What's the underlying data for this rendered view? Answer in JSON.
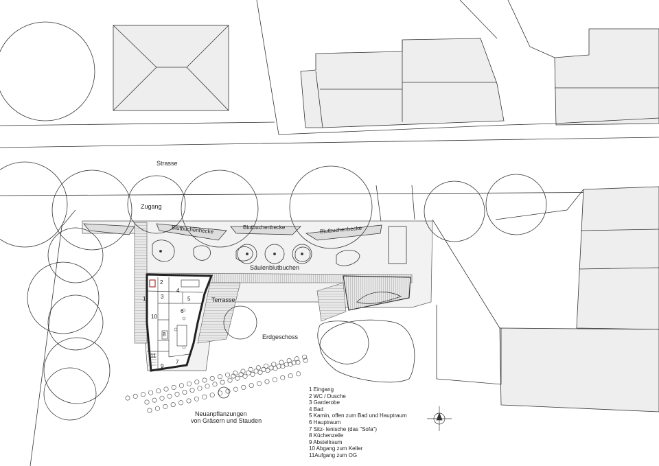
{
  "labels": {
    "strasse": "Strasse",
    "zugang": "Zugang",
    "hedge1": "Blutbuchenhecke",
    "hedge2": "Blutbuchenhecke",
    "hedge3": "Blutbuchenhecke",
    "saeulen": "Säulenblutbuchen",
    "terrasse": "Terrasse",
    "erdgeschoss": "Erdgeschoss",
    "neuanpflanzungen_1": "Neuanpflanzungen",
    "neuanpflanzungen_2": "von Gräsern und Stauden"
  },
  "room_numbers": [
    "1",
    "2",
    "3",
    "4",
    "5",
    "6",
    "7",
    "8",
    "9",
    "10",
    "11"
  ],
  "legend": [
    "1 Eingang",
    "2 WC / Dusche",
    "3 Garderobe",
    "4 Bad",
    "5 Kamin, offen zum Bad und Hauptraum",
    "6 Hauptraum",
    "7 Sitz- lenische (das \"Sofa\")",
    "8 Küchenzeile",
    "9 Abstellraum",
    "10 Abgang zum Keller",
    "11Aufgang zum OG"
  ],
  "colors": {
    "line": "#333333",
    "fill_building": "#eeeeee",
    "fill_site": "#f2f2f2",
    "wall": "#222222"
  }
}
